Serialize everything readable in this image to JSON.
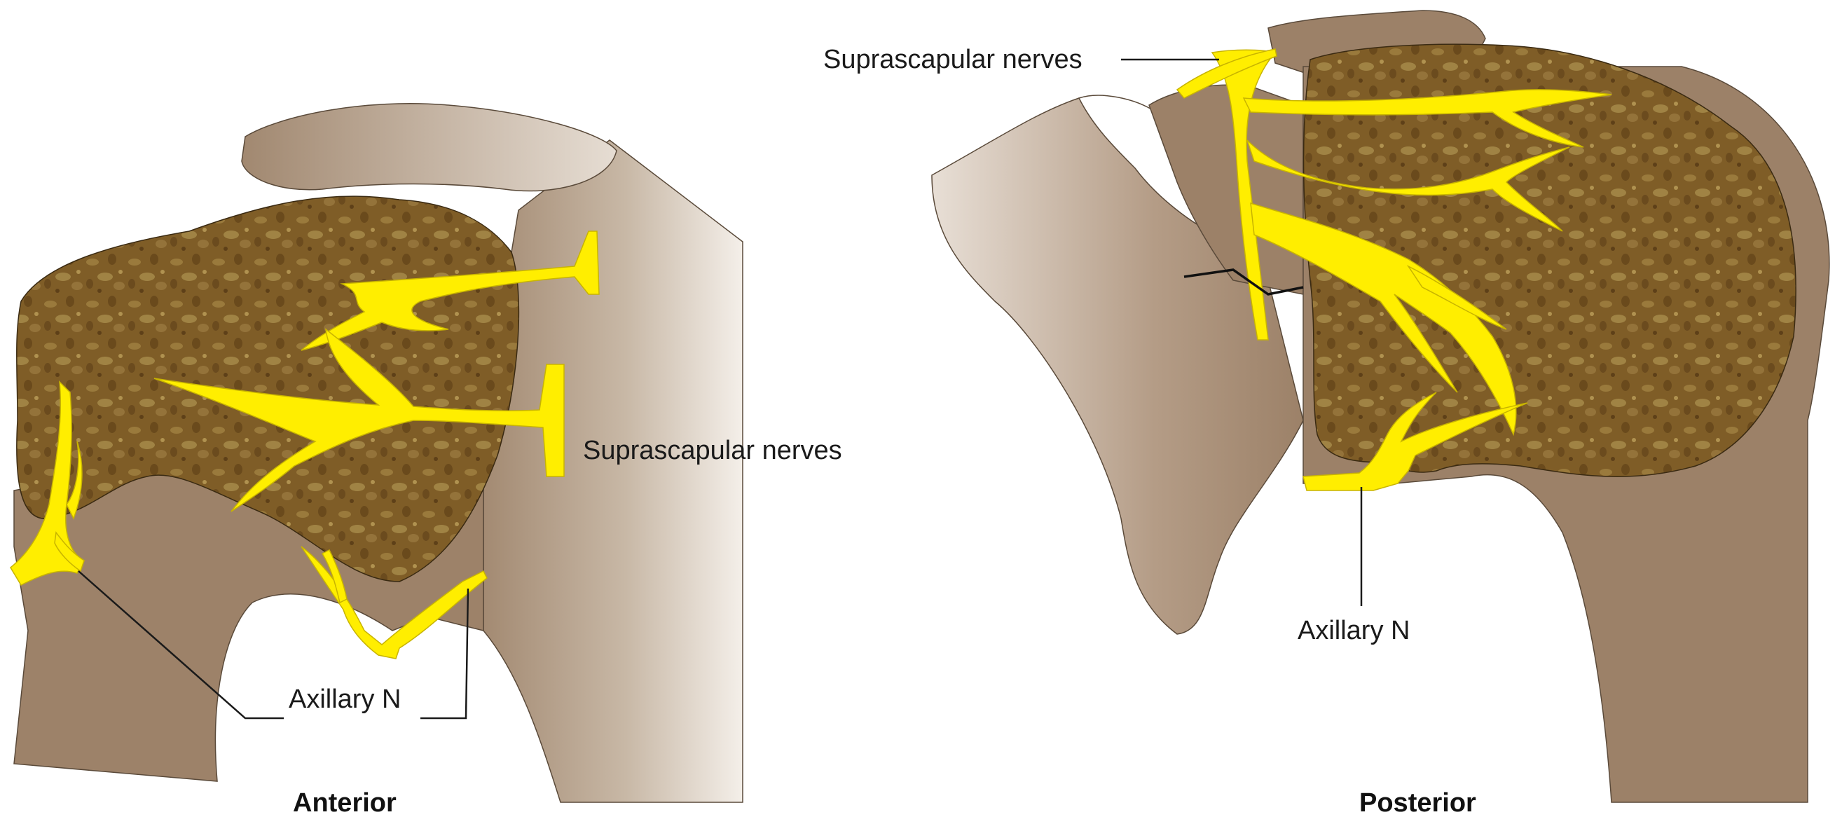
{
  "labels": {
    "anterior_suprascapular": "Suprascapular nerves",
    "anterior_axillary": "Axillary N",
    "posterior_suprascapular": "Suprascapular nerves",
    "posterior_axillary": "Axillary N"
  },
  "captions": {
    "anterior": "Anterior",
    "posterior": "Posterior"
  },
  "colors": {
    "bone": "#9c8168",
    "bone_light": "#e9dfd4",
    "cancellous": "#7c5a24",
    "nerve": "#ffee00",
    "text": "#1a1a1a"
  }
}
